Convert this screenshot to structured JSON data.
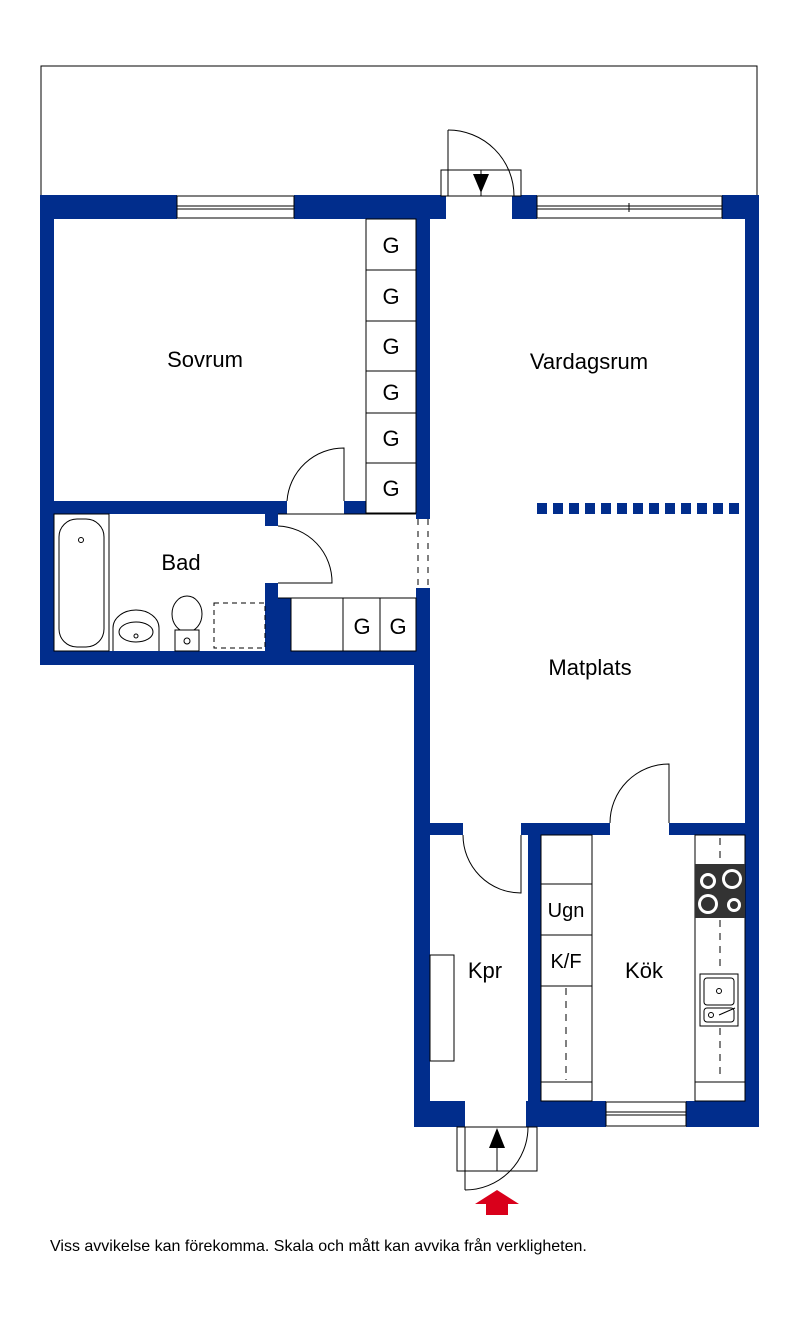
{
  "rooms": {
    "sovrum": "Sovrum",
    "vardagsrum": "Vardagsrum",
    "bad": "Bad",
    "matplats": "Matplats",
    "kpr": "Kpr",
    "kok": "Kök"
  },
  "closet_label": "G",
  "appliances": {
    "oven": "Ugn",
    "fridge_freezer": "K/F"
  },
  "disclaimer": "Viss avvikelse kan förekomma. Skala och mått kan avvika från verkligheten.",
  "colors": {
    "wall": "#012d8c",
    "entrance_arrow": "#d9001b",
    "line": "#000000"
  },
  "icons": {
    "entrance": "red-up-arrow-icon",
    "balcony_door": "down-arrow-icon",
    "front_door": "up-arrow-icon"
  }
}
